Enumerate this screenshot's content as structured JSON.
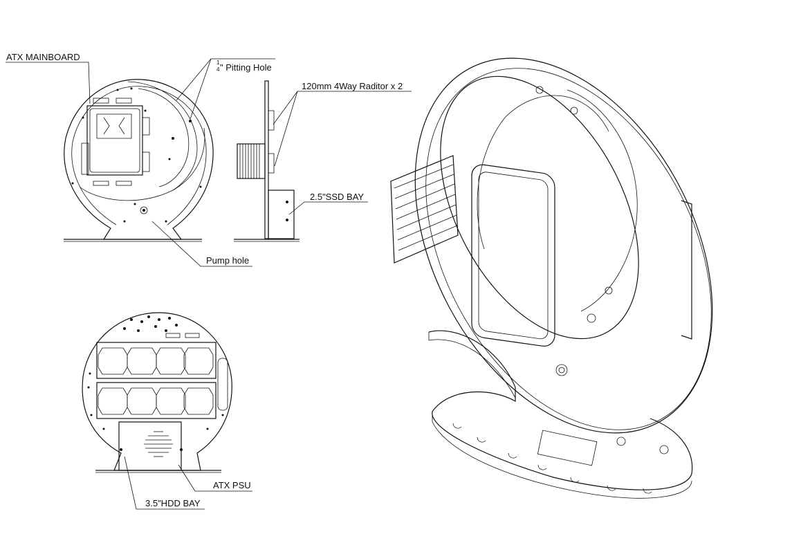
{
  "labels": {
    "atx_mainboard": "ATX MAINBOARD",
    "pitting_hole_fraction_num": "1",
    "pitting_hole_fraction_den": "4",
    "pitting_hole": "\" Pitting Hole",
    "radiator": "120mm 4Way Raditor  x 2",
    "ssd_bay": "2.5\"SSD BAY",
    "pump_hole": "Pump hole",
    "atx_psu": "ATX PSU",
    "hdd_bay": "3.5\"HDD BAY"
  }
}
